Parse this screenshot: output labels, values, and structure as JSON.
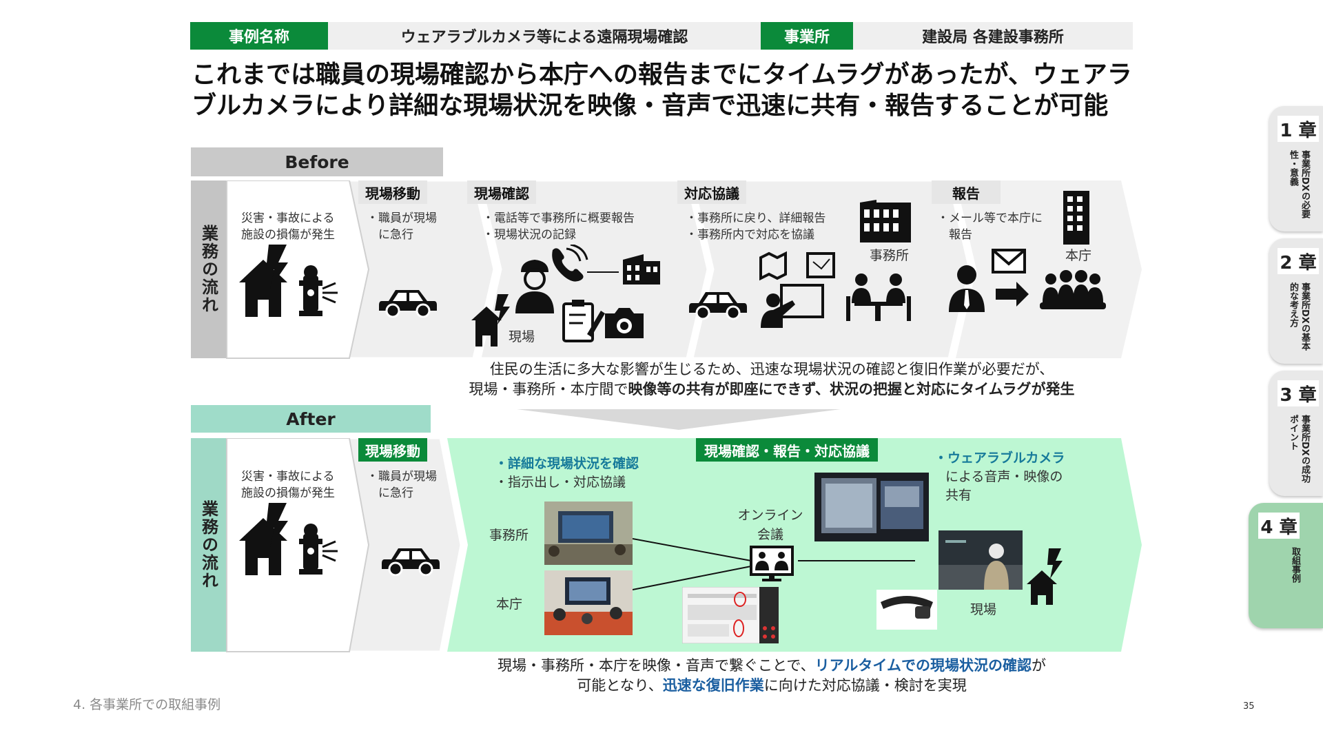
{
  "header": {
    "case_label": "事例名称",
    "case_value": "ウェアラブルカメラ等による遠隔現場確認",
    "office_label": "事業所",
    "office_value": "建設局 各建設事務所"
  },
  "headline": {
    "line1": "これまでは職員の現場確認から本庁への報告までにタイムラグがあったが、ウェアラ",
    "line2": "ブルカメラにより詳細な現場状況を映像・音声で迅速に共有・報告することが可能"
  },
  "before": {
    "label": "Before",
    "side": "業務の流れ",
    "incident": {
      "line1": "災害・事故による",
      "line2": "施設の損傷が発生"
    },
    "steps": [
      {
        "tag": "現場移動",
        "lines": [
          "・職員が現場",
          "　に急行"
        ]
      },
      {
        "tag": "現場確認",
        "lines": [
          "・電話等で事務所に概要報告",
          "・現場状況の記録"
        ],
        "place": "現場"
      },
      {
        "tag": "対応協議",
        "lines": [
          "・事務所に戻り、詳細報告",
          "・事務所内で対応を協議"
        ],
        "place": "事務所"
      },
      {
        "tag": "報告",
        "lines": [
          "・メール等で本庁に",
          "　報告"
        ],
        "place": "本庁"
      }
    ],
    "caption_line1": "住民の生活に多大な影響が生じるため、迅速な現場状況の確認と復旧作業が必要だが、",
    "caption_line2_a": "現場・事務所・本庁間で",
    "caption_line2_b": "映像等の共有が即座にできず、状況の把握と対応にタイムラグが発生"
  },
  "after": {
    "label": "After",
    "side": "業務の流れ",
    "incident": {
      "line1": "災害・事故による",
      "line2": "施設の損傷が発生"
    },
    "move": {
      "tag": "現場移動",
      "lines": [
        "・職員が現場",
        "　に急行"
      ]
    },
    "main_tag": "現場確認・報告・対応協議",
    "bullet1": "・詳細な現場状況を確認",
    "bullet2": "・指示出し・対応協議",
    "office": "事務所",
    "hq": "本庁",
    "online_line1": "オンライン",
    "online_line2": "会議",
    "wear_line1": "・ウェアラブルカメラ",
    "wear_line2": "による音声・映像の",
    "wear_line3": "共有",
    "site": "現場",
    "caption_l1_a": "現場・事務所・本庁を映像・音声で繋ぐことで、",
    "caption_l1_b": "リアルタイムでの現場状況の確認",
    "caption_l1_c": "が",
    "caption_l2_a": "可能となり、",
    "caption_l2_b": "迅速な復旧作業",
    "caption_l2_c": "に向けた対応協議・検討を実現"
  },
  "chapters": [
    {
      "num": "1 章",
      "sub": "事業所DXの必要性・意義"
    },
    {
      "num": "2 章",
      "sub": "事業所DXの基本的な考え方"
    },
    {
      "num": "3 章",
      "sub": "事業所DXの成功ポイント"
    },
    {
      "num": "4 章",
      "sub": "取組事例"
    }
  ],
  "footer": {
    "left": "4. 各事業所での取組事例",
    "page": "35"
  },
  "colors": {
    "green": "#0b8a3a",
    "mint": "#b8f5d2",
    "teal_band": "#9fd9c6",
    "blue": "#1a5ea0"
  }
}
